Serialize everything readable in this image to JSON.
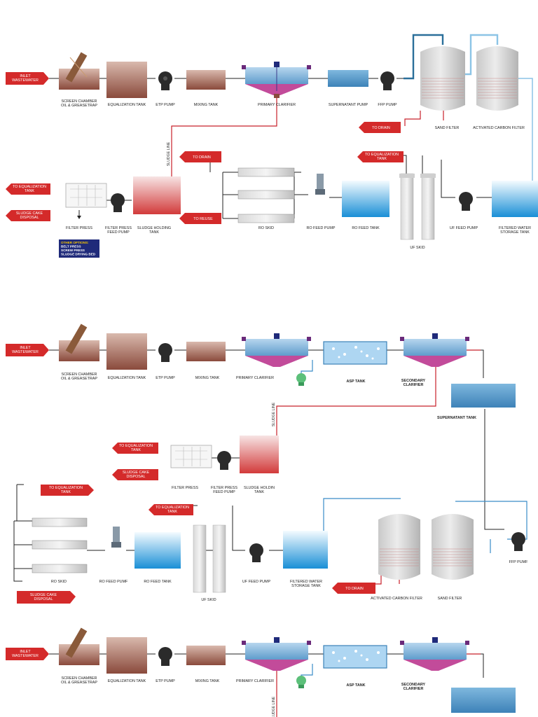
{
  "diagram1": {
    "labels": {
      "inlet": "INLET\nWASTEWATER",
      "screen": "SCREEN CHAMBER\nOIL & GREASETRAP",
      "equalization": "EQUALIZATION TANK",
      "etp_pump": "ETP PUMP",
      "mixing": "MIXING TANK",
      "primary": "PRIMARY CLARIFIER",
      "supernatant_pump": "SUPERNATANT PUMP",
      "ffp_pump": "FFP PUMP",
      "sand_filter": "SAND FILTER",
      "acf": "ACTIVATED CARBON FILTER",
      "to_drain_1": "TO DRAIN",
      "to_drain_2": "TO DRAIN",
      "to_eq_ro": "TO EQUALIZATION\nTANK",
      "to_reuse": "TO REUSE",
      "to_eq_fp": "TO EQUALIZATION\nTANK",
      "sludge_cake": "SLUDGE CAKE\nDISPOSAL",
      "filter_press": "FILTER PRESS",
      "fp_feed_pump": "FILTER PRESS\nFEED PUMP",
      "sludge_holding": "SLUDGE HOLDING\nTANK",
      "ro_skid": "RO SKID",
      "ro_feed_pump": "RO FEED PUMP",
      "ro_feed_tank": "RO FEED TANK",
      "uf_skid": "UF SKID",
      "uf_feed_pump": "UF FEED PUMP",
      "filtered_water": "FILTERED WATER\nSTORAGE TANK",
      "sludge_line": "SLUDGE LINE",
      "other_options": "OTHER OPTIONS:\nBELT PRESS\nSCREW PRESS\nSLUDGE DRYING BED"
    }
  },
  "diagram2": {
    "labels": {
      "inlet": "INLET\nWASTEWATER",
      "screen": "SCREEN CHAMBER\nOIL & GREASETRAP",
      "equalization": "EQUALIZATION TANK",
      "etp_pump": "ETP PUMP",
      "mixing": "MIXING TANK",
      "primary": "PRIMARY CLARIFIER",
      "asp": "ASP TANK",
      "secondary": "SECONDARY\nCLARIFIER",
      "supernatant_tank": "SUPERNATANT TANK",
      "sludge_line": "SLUDGE LINE",
      "to_eq_fp": "TO EQUALIZATION\nTANK",
      "sludge_cake": "SLUDGE CAKE\nDISPOSAL",
      "filter_press": "FILTER PRESS",
      "fp_feed_pump": "FILTER PRESS\nFEED PUMP",
      "sludge_holding": "SLUDGE HOLDIN\nTANK",
      "to_eq_ro": "TO EQUALIZATION\nTANK",
      "to_eq_uf": "TO EQUALIZATION\nTANK",
      "sludge_cake_ro": "SLUDGE CAKE\nDISPOSAL",
      "ro_skid": "RO SKID",
      "ro_feed_pump": "RO FEED PUMF",
      "ro_feed_tank": "RO FEED TANK",
      "uf_skid": "UF SKID",
      "uf_feed_pump": "UF FEED PUMP",
      "filtered_water": "FILTERED WATER\nSTORAGE TANK",
      "to_drain": "TO DRAIN",
      "acf": "ACTIVATED CARBON FILTER",
      "sand_filter": "SAND FILTER",
      "ffp_pump": "FFP PUMF"
    }
  },
  "diagram3": {
    "labels": {
      "inlet": "INLET\nWASTEWATER",
      "screen": "SCREEN CHAMBER\nOIL & GREASETRAP",
      "equalization": "EQUALIZATION TANK",
      "etp_pump": "ETP PUMP",
      "mixing": "MIXING TANK",
      "primary": "PRIMARY CLARIFIER",
      "asp": "ASP TANK",
      "secondary": "SECONDARY\nCLARIFIER",
      "sludge_line": "SLUDGE LINE"
    }
  },
  "colors": {
    "tag_red": "#d42a2a",
    "pipe_red": "#c8202a",
    "pipe_blue": "#3a8cc8",
    "pipe_dark": "#222222",
    "navy": "#1f2a7a"
  }
}
